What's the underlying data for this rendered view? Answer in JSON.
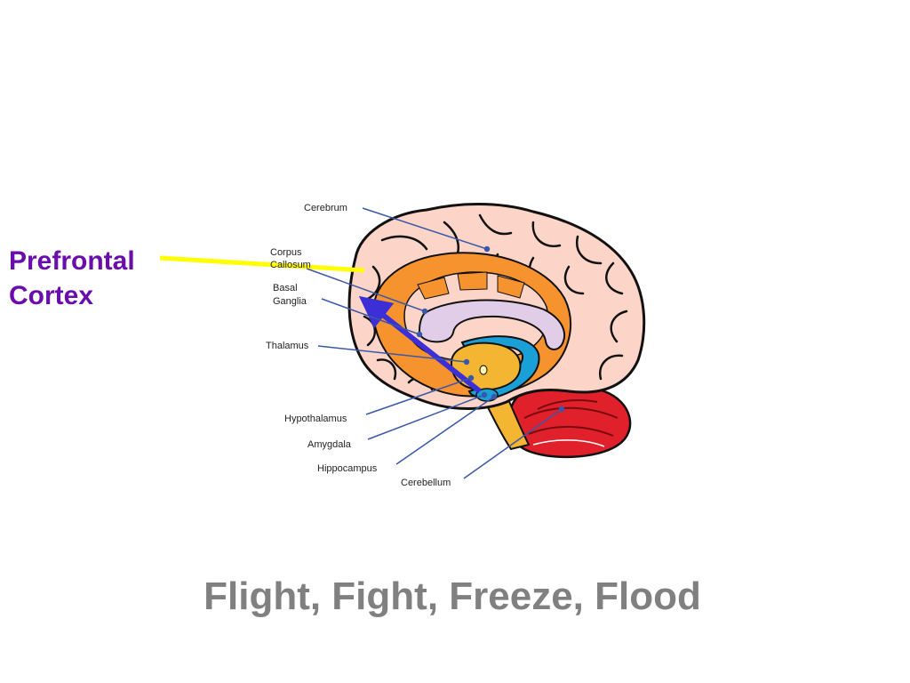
{
  "slide": {
    "title": "Flight, Fight, Freeze, Flood"
  },
  "callout": {
    "line1": "Prefrontal",
    "line2": "Cortex",
    "text_color": "#6a0dad",
    "pointer_color": "#ffff00"
  },
  "diagram": {
    "labels": {
      "cerebrum": "Cerebrum",
      "corpus_line1": "Corpus",
      "corpus_line2": "Callosum",
      "basal_line1": "Basal",
      "basal_line2": "Ganglia",
      "thalamus": "Thalamus",
      "hypothalamus": "Hypothalamus",
      "amygdala": "Amygdala",
      "hippocampus": "Hippocampus",
      "cerebellum": "Cerebellum"
    },
    "colors": {
      "cortex_fill": "#fcd5c8",
      "cortex_outline": "#111111",
      "limbic_ring": "#f7932f",
      "corpus_callosum": "#e2cde8",
      "thalamus": "#f4b532",
      "hippocampus": "#1aa0d6",
      "cerebellum": "#e0202a",
      "leader_line": "#3a58a8",
      "arrow": "#3c2fd6"
    }
  }
}
